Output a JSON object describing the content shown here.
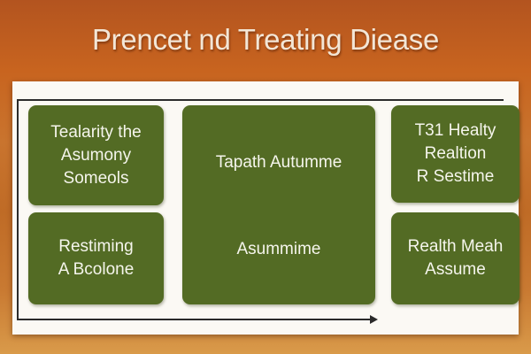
{
  "title": "Prencet nd Treating Diease",
  "boxes": {
    "top_left": "Tealarity the\nAsumony\nSomeols",
    "bottom_left": "Restiming\nA Bcolone",
    "center_top": "Tapath Autumme",
    "center_bottom": "Asummime",
    "top_right": "T31 Healty\nRealtion\nR Sestime",
    "bottom_right": "Realth Meah\nAssume"
  },
  "colors": {
    "box_fill": "#536b24",
    "background": "#c8641f",
    "panel": "#fbf9f4"
  }
}
